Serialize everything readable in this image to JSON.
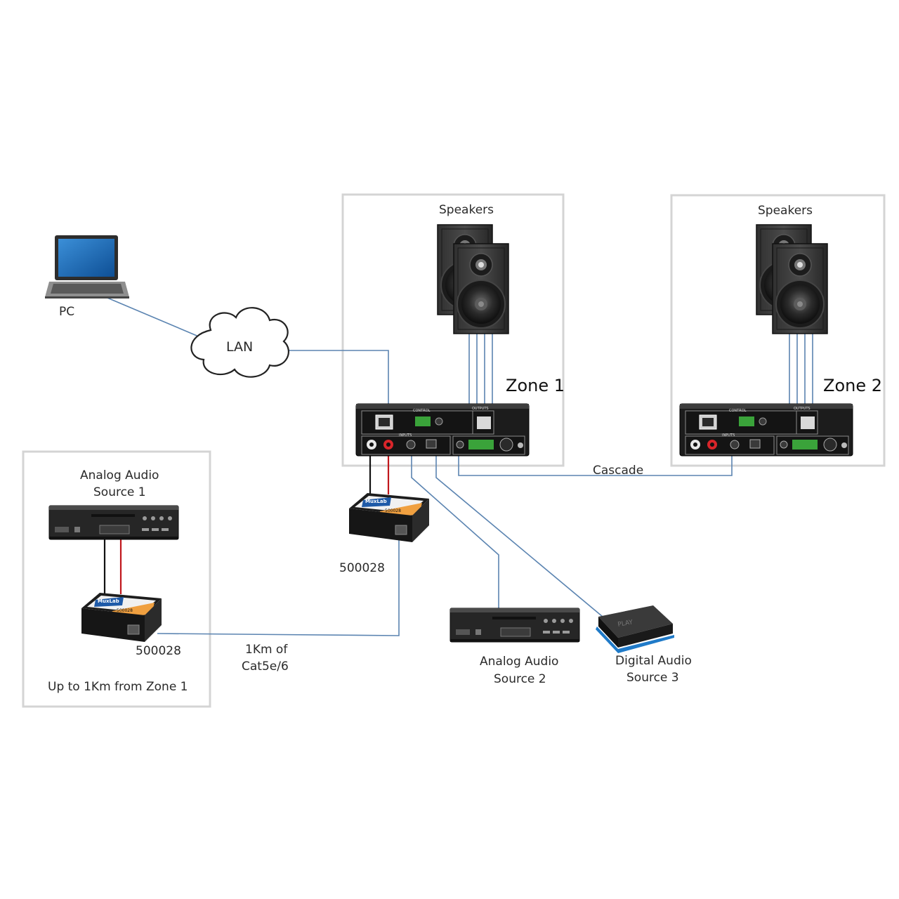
{
  "labels": {
    "pc": "PC",
    "lan": "LAN",
    "speakers_zone1": "Speakers",
    "speakers_zone2": "Speakers",
    "zone1": "Zone 1",
    "zone2": "Zone 2",
    "cascade": "Cascade",
    "analog_source1_line1": "Analog Audio",
    "analog_source1_line2": "Source 1",
    "balun_left": "500028",
    "balun_center": "500028",
    "distance_note": "Up to 1Km from Zone 1",
    "cable_line1": "1Km of",
    "cable_line2": "Cat5e/6",
    "analog_source2_line1": "Analog Audio",
    "analog_source2_line2": "Source 2",
    "digital_source3_line1": "Digital Audio",
    "digital_source3_line2": "Source 3"
  },
  "device_text": {
    "balun_brand": "MuxLab",
    "balun_model": "500028",
    "control_panel_label": "CONTROL",
    "inputs_panel_label": "INPUTS",
    "outputs_panel_label": "OUTPUTS",
    "player_brand": "PLAY"
  },
  "colors": {
    "box_border": "#d4d4d4",
    "network_cable": "#5b84b1",
    "black_wire": "#111111",
    "red_wire": "#c0171c",
    "device_body": "#2a2a2a",
    "balun_label": "#f0a040",
    "balun_top": "#1e5aa8",
    "terminal_green": "#3aa33a"
  },
  "icons": {
    "pc": "laptop-icon",
    "lan": "cloud-icon",
    "speakers": "speaker-icon",
    "amplifier": "zone-amplifier-icon",
    "balun": "balun-icon",
    "dvd": "dvd-player-icon",
    "player": "media-player-icon"
  }
}
